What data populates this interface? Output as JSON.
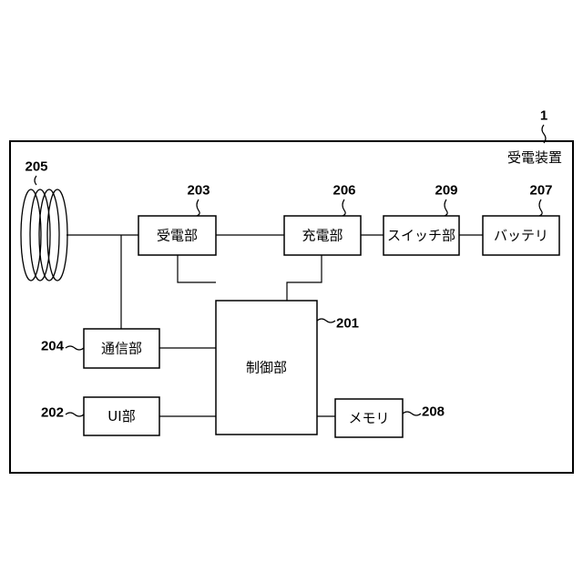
{
  "device": {
    "ref": "1",
    "label": "受電装置"
  },
  "coil": {
    "ref": "205"
  },
  "blocks": {
    "power_receiving": {
      "ref": "203",
      "label": "受電部"
    },
    "charging": {
      "ref": "206",
      "label": "充電部"
    },
    "switch": {
      "ref": "209",
      "label": "スイッチ部"
    },
    "battery": {
      "ref": "207",
      "label": "バッテリ"
    },
    "communication": {
      "ref": "204",
      "label": "通信部"
    },
    "control": {
      "ref": "201",
      "label": "制御部"
    },
    "ui": {
      "ref": "202",
      "label": "UI部"
    },
    "memory": {
      "ref": "208",
      "label": "メモリ"
    }
  }
}
